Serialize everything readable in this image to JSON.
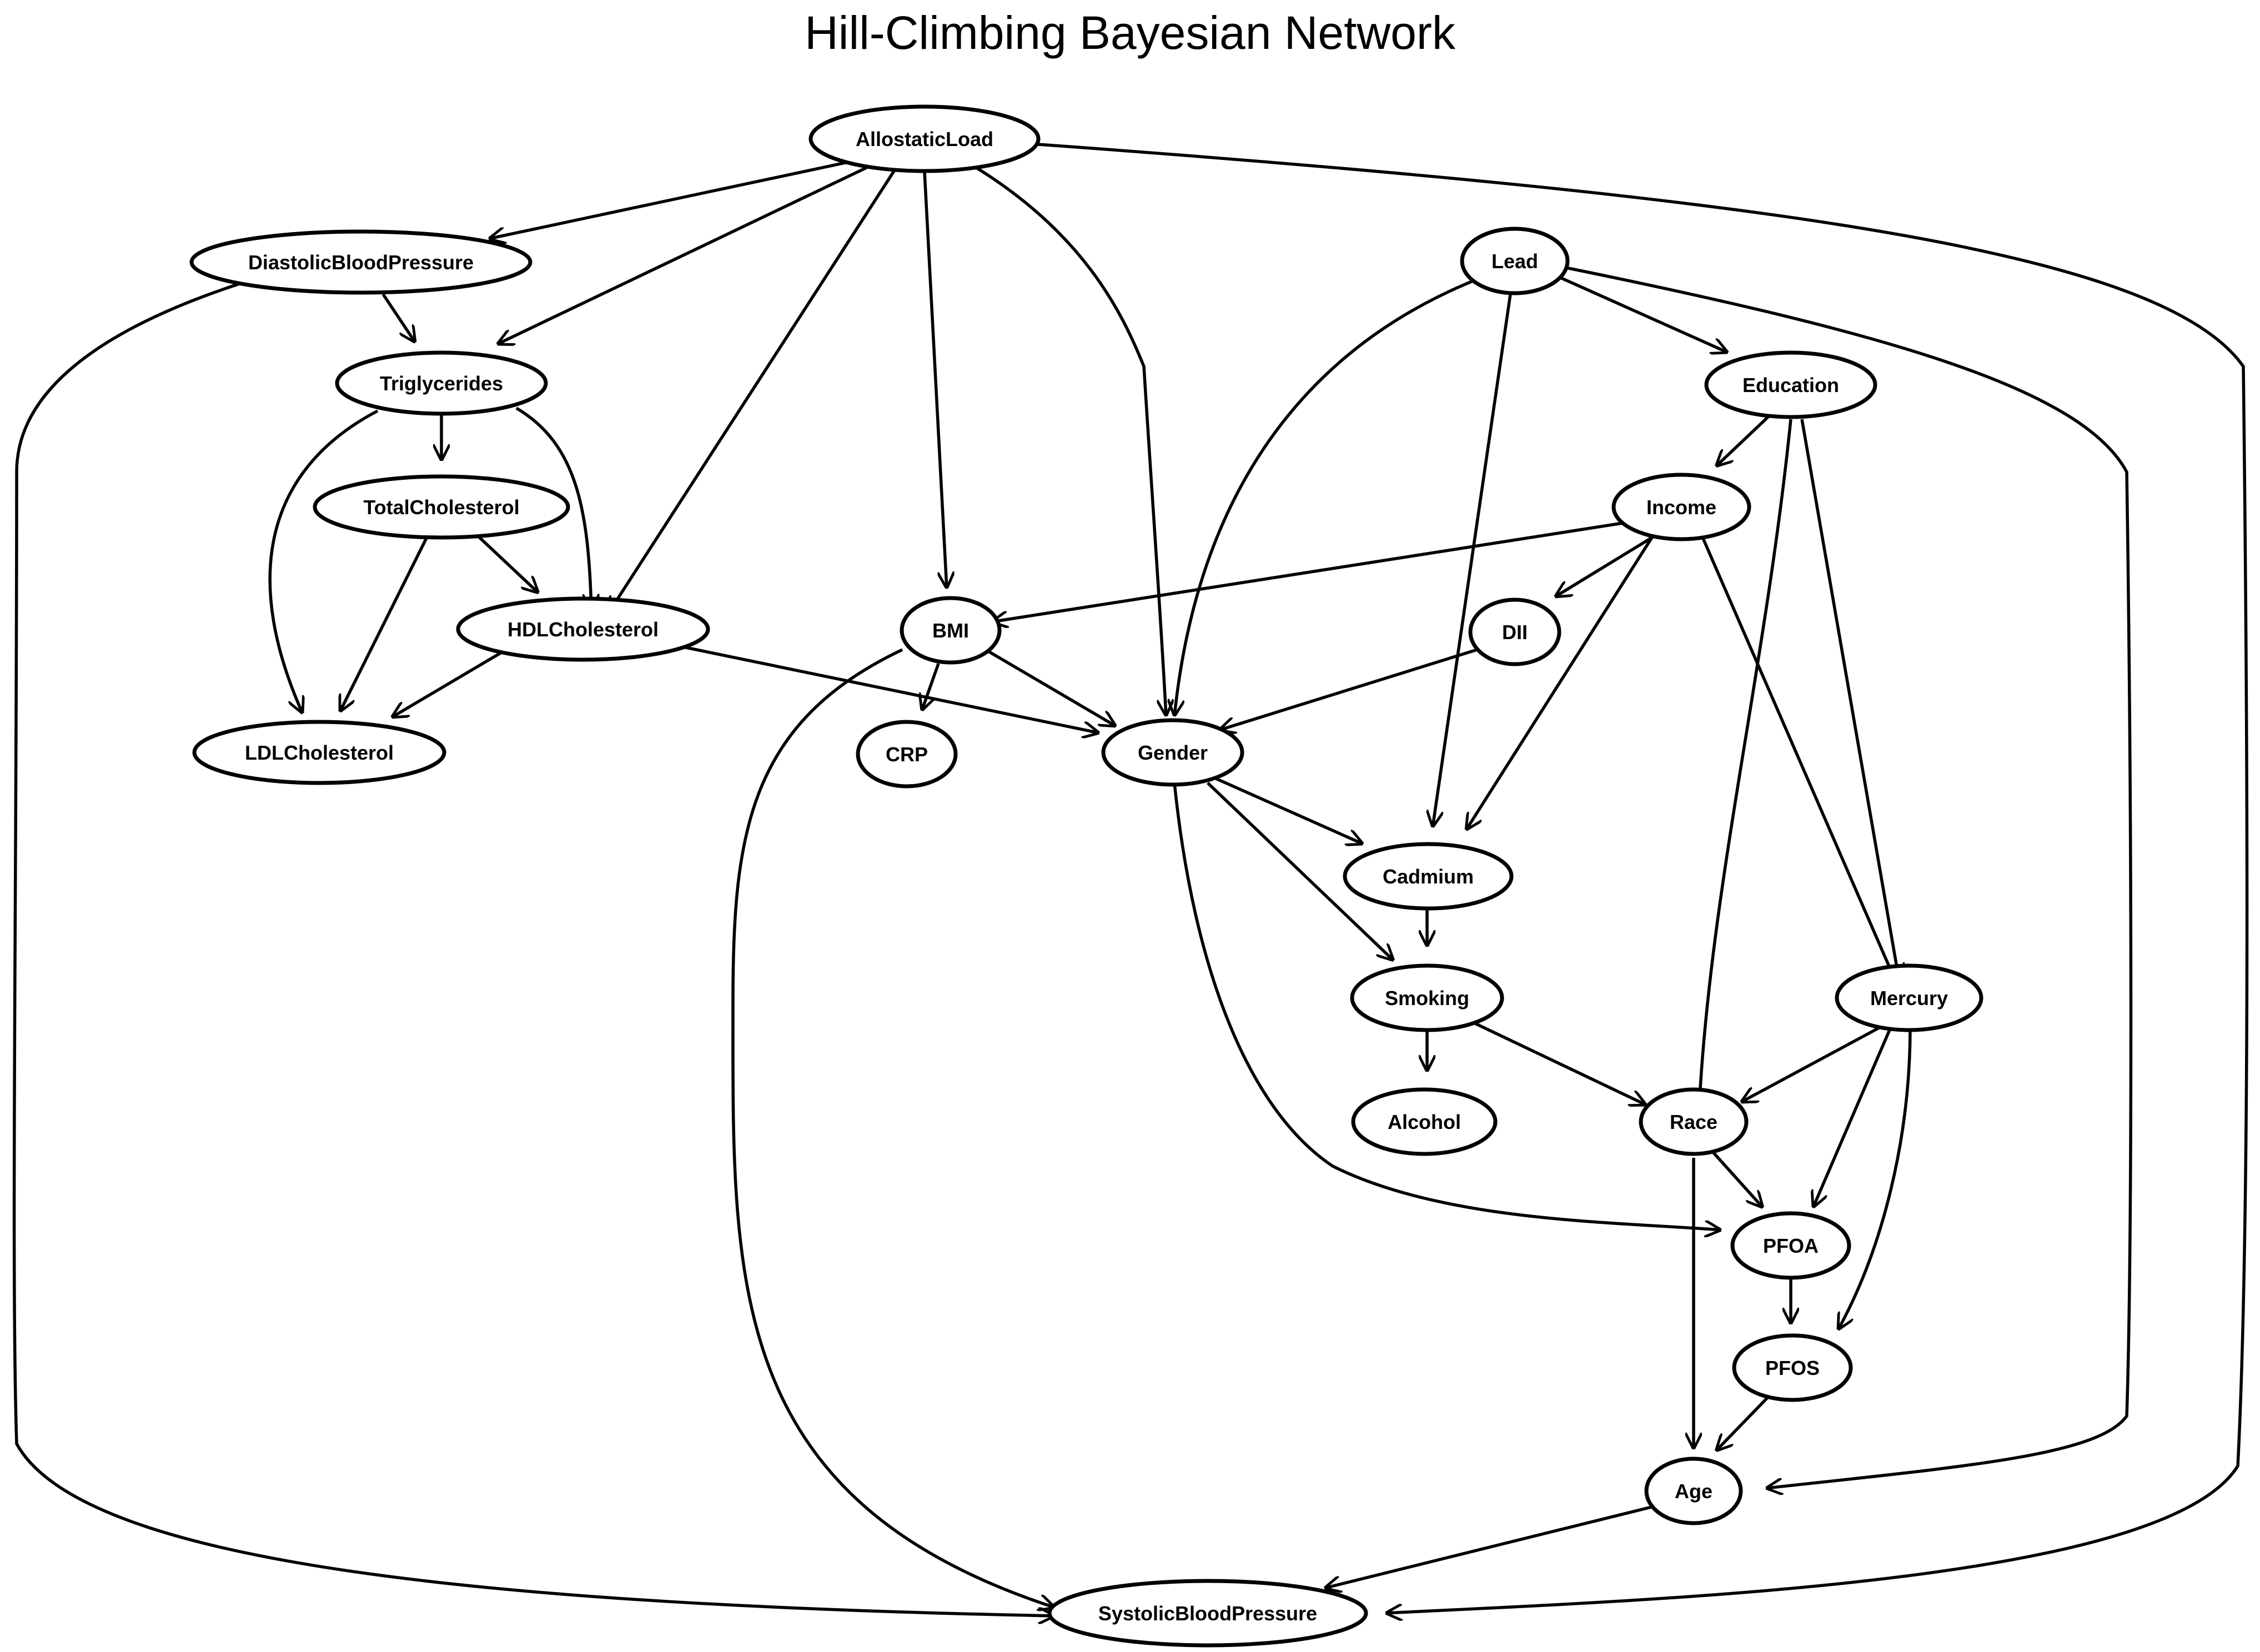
{
  "title": "Hill-Climbing Bayesian Network",
  "nodes": {
    "allostaticload": "AllostaticLoad",
    "diastolicbloodpressure": "DiastolicBloodPressure",
    "triglycerides": "Triglycerides",
    "totalcholesterol": "TotalCholesterol",
    "hdlcholesterol": "HDLCholesterol",
    "ldlcholesterol": "LDLCholesterol",
    "bmi": "BMI",
    "crp": "CRP",
    "gender": "Gender",
    "lead": "Lead",
    "education": "Education",
    "income": "Income",
    "dii": "DII",
    "cadmium": "Cadmium",
    "smoking": "Smoking",
    "alcohol": "Alcohol",
    "mercury": "Mercury",
    "race": "Race",
    "pfoa": "PFOA",
    "pfos": "PFOS",
    "age": "Age",
    "systolicbloodpressure": "SystolicBloodPressure"
  },
  "edges": [
    [
      "allostaticload",
      "diastolicbloodpressure"
    ],
    [
      "allostaticload",
      "triglycerides"
    ],
    [
      "allostaticload",
      "hdlcholesterol"
    ],
    [
      "allostaticload",
      "bmi"
    ],
    [
      "allostaticload",
      "gender"
    ],
    [
      "allostaticload",
      "systolicbloodpressure"
    ],
    [
      "diastolicbloodpressure",
      "triglycerides"
    ],
    [
      "diastolicbloodpressure",
      "systolicbloodpressure"
    ],
    [
      "triglycerides",
      "totalcholesterol"
    ],
    [
      "triglycerides",
      "hdlcholesterol"
    ],
    [
      "triglycerides",
      "ldlcholesterol"
    ],
    [
      "totalcholesterol",
      "hdlcholesterol"
    ],
    [
      "totalcholesterol",
      "ldlcholesterol"
    ],
    [
      "hdlcholesterol",
      "ldlcholesterol"
    ],
    [
      "hdlcholesterol",
      "gender"
    ],
    [
      "bmi",
      "crp"
    ],
    [
      "bmi",
      "gender"
    ],
    [
      "bmi",
      "systolicbloodpressure"
    ],
    [
      "lead",
      "gender"
    ],
    [
      "lead",
      "education"
    ],
    [
      "lead",
      "cadmium"
    ],
    [
      "lead",
      "age"
    ],
    [
      "education",
      "income"
    ],
    [
      "education",
      "race"
    ],
    [
      "education",
      "mercury"
    ],
    [
      "income",
      "bmi"
    ],
    [
      "income",
      "dii"
    ],
    [
      "income",
      "cadmium"
    ],
    [
      "income",
      "mercury"
    ],
    [
      "dii",
      "gender"
    ],
    [
      "gender",
      "cadmium"
    ],
    [
      "gender",
      "smoking"
    ],
    [
      "gender",
      "pfoa"
    ],
    [
      "cadmium",
      "smoking"
    ],
    [
      "smoking",
      "alcohol"
    ],
    [
      "smoking",
      "race"
    ],
    [
      "mercury",
      "race"
    ],
    [
      "mercury",
      "pfoa"
    ],
    [
      "mercury",
      "pfos"
    ],
    [
      "race",
      "pfoa"
    ],
    [
      "race",
      "age"
    ],
    [
      "pfoa",
      "pfos"
    ],
    [
      "pfos",
      "age"
    ],
    [
      "age",
      "systolicbloodpressure"
    ]
  ]
}
